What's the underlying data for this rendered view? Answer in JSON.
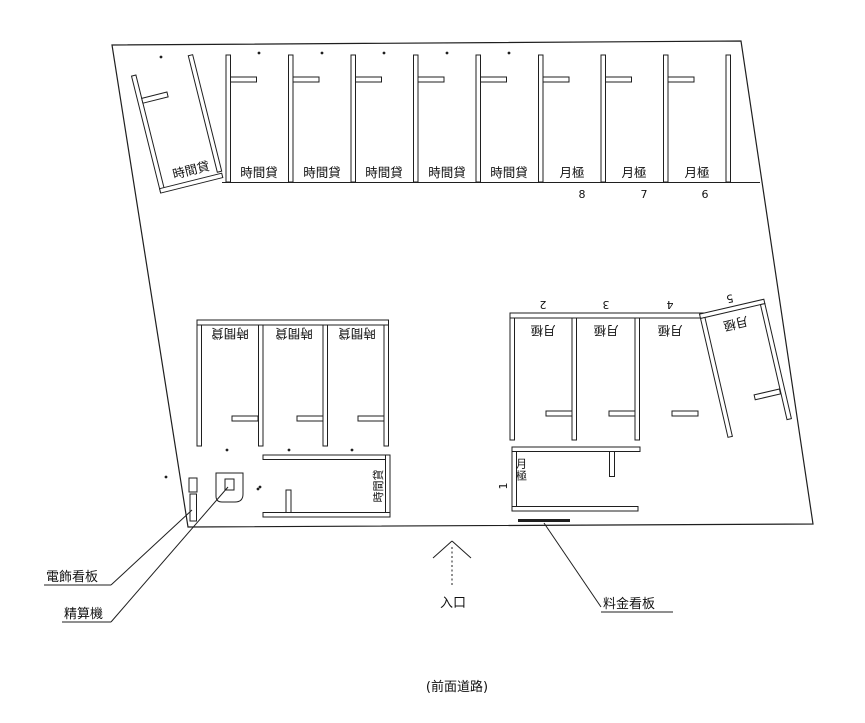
{
  "colors": {
    "line": "#1f1f1f",
    "bg": "#ffffff",
    "text": "#111111"
  },
  "top_row": {
    "tilted_stall": {
      "label": "時間貸"
    },
    "stalls": [
      {
        "label": "時間貸",
        "number": ""
      },
      {
        "label": "時間貸",
        "number": ""
      },
      {
        "label": "時間貸",
        "number": ""
      },
      {
        "label": "時間貸",
        "number": ""
      },
      {
        "label": "時間貸",
        "number": ""
      },
      {
        "label": "月極",
        "number": "8"
      },
      {
        "label": "月極",
        "number": "7"
      },
      {
        "label": "月極",
        "number": "6"
      }
    ]
  },
  "mid_left_row": {
    "stalls": [
      {
        "label": "時間貸"
      },
      {
        "label": "時間貸"
      },
      {
        "label": "時間貸"
      }
    ]
  },
  "mid_right_row": {
    "stalls": [
      {
        "label": "月極",
        "number": "2"
      },
      {
        "label": "月極",
        "number": "3"
      },
      {
        "label": "月極",
        "number": "4"
      },
      {
        "label": "月極",
        "number": "5"
      }
    ]
  },
  "bottom_row": {
    "hourly_stall": {
      "label": "時間貸"
    },
    "monthly_stall": {
      "label": "月極",
      "number": "1"
    }
  },
  "annotations": {
    "illuminated_sign": "電飾看板",
    "pay_machine": "精算機",
    "entrance": "入口",
    "fee_sign": "料金看板",
    "front_road": "(前面道路)"
  }
}
